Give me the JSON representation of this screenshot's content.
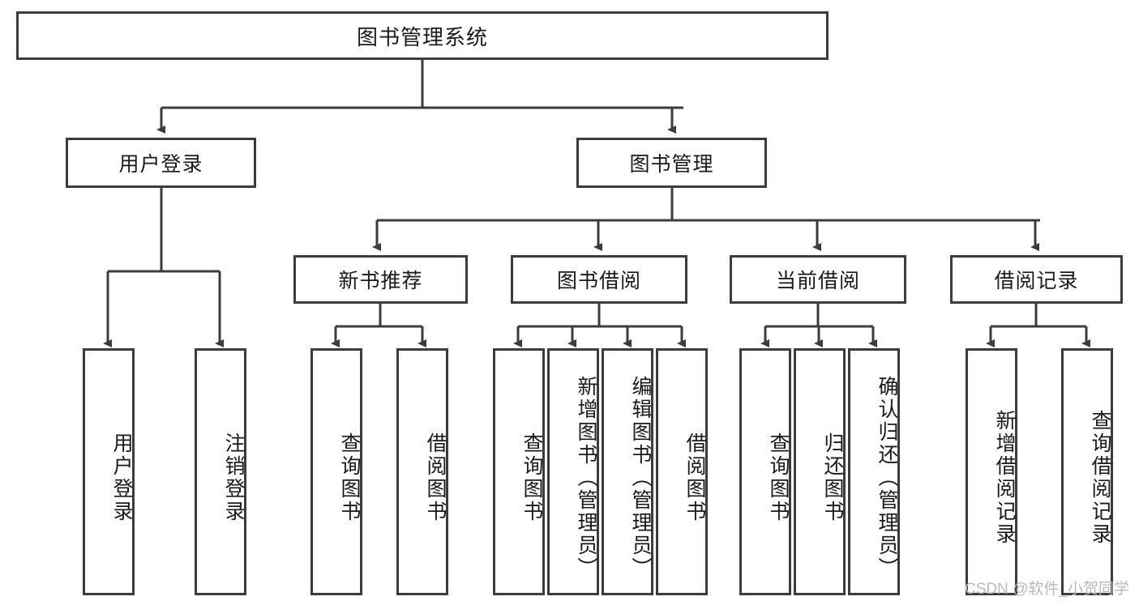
{
  "diagram": {
    "type": "tree-hierarchy",
    "title": "图书管理系统",
    "orientation": "top-down",
    "colors": {
      "border": "#3c3c3c",
      "fill": "#ffffff",
      "text": "#1a1a1a",
      "edge": "#3c3c3c",
      "watermark": "#b9b9b9"
    },
    "nodes": {
      "root": {
        "label": "图书管理系统"
      },
      "level2": [
        {
          "id": "user-login",
          "label": "用户登录"
        },
        {
          "id": "book-management",
          "label": "图书管理"
        }
      ],
      "level3": [
        {
          "id": "new-book-recommend",
          "label": "新书推荐",
          "parent": "book-management"
        },
        {
          "id": "book-borrow",
          "label": "图书借阅",
          "parent": "book-management"
        },
        {
          "id": "current-borrow",
          "label": "当前借阅",
          "parent": "book-management"
        },
        {
          "id": "borrow-record",
          "label": "借阅记录",
          "parent": "book-management"
        }
      ],
      "leaves": [
        {
          "id": "leaf-user-login",
          "label": "用户登录",
          "parent": "user-login"
        },
        {
          "id": "leaf-logout",
          "label": "注销登录",
          "parent": "user-login"
        },
        {
          "id": "leaf-query-book-1",
          "label": "查询图书",
          "parent": "new-book-recommend"
        },
        {
          "id": "leaf-borrow-book-1",
          "label": "借阅图书",
          "parent": "new-book-recommend"
        },
        {
          "id": "leaf-query-book-2",
          "label": "查询图书",
          "parent": "book-borrow"
        },
        {
          "id": "leaf-add-book",
          "label": "新增图书（管理员）",
          "parent": "book-borrow"
        },
        {
          "id": "leaf-edit-book",
          "label": "编辑图书（管理员）",
          "parent": "book-borrow"
        },
        {
          "id": "leaf-borrow-book-2",
          "label": "借阅图书",
          "parent": "book-borrow"
        },
        {
          "id": "leaf-query-book-3",
          "label": "查询图书",
          "parent": "current-borrow"
        },
        {
          "id": "leaf-return-book",
          "label": "归还图书",
          "parent": "current-borrow"
        },
        {
          "id": "leaf-confirm-return",
          "label": "确认归还（管理员）",
          "parent": "current-borrow"
        },
        {
          "id": "leaf-add-record",
          "label": "新增借阅记录",
          "parent": "borrow-record"
        },
        {
          "id": "leaf-query-record",
          "label": "查询借阅记录",
          "parent": "borrow-record"
        }
      ]
    },
    "watermark": "CSDN @软件_小贺同学"
  }
}
